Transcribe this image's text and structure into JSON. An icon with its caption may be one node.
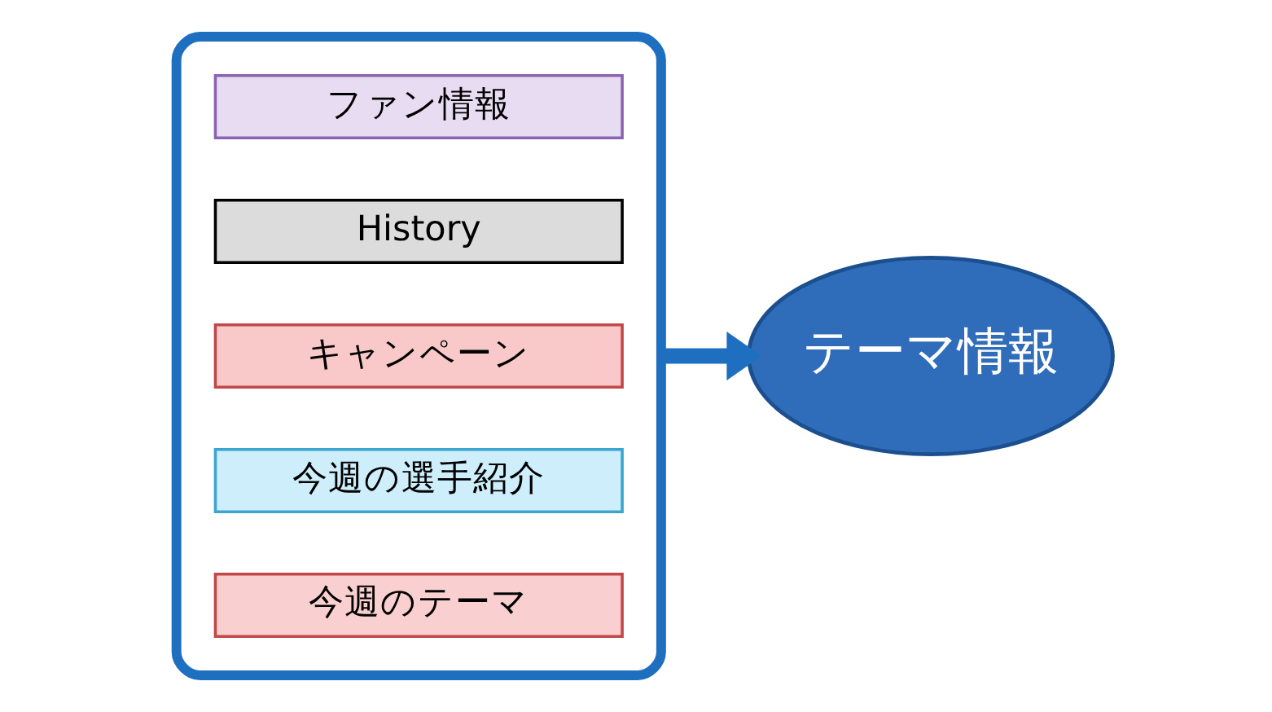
{
  "diagram": {
    "nodes": [
      {
        "text": [],
        "shape": "box"
      },
      {
        "text": [
          "ファン情報"
        ],
        "in": 0
      },
      {
        "text": [
          "History"
        ],
        "in": 0
      },
      {
        "text": [
          "キャンペーン"
        ],
        "in": 0
      },
      {
        "text": [
          "今週の選手紹介"
        ],
        "in": 0
      },
      {
        "text": [
          "今週のテーマ"
        ],
        "in": 0
      },
      {
        "text": [
          "テーマ情報"
        ]
      }
    ],
    "edges": [
      {
        "from": 0,
        "to": 6,
        "arrow": "to",
        "color": "#1f6fc0"
      }
    ]
  }
}
